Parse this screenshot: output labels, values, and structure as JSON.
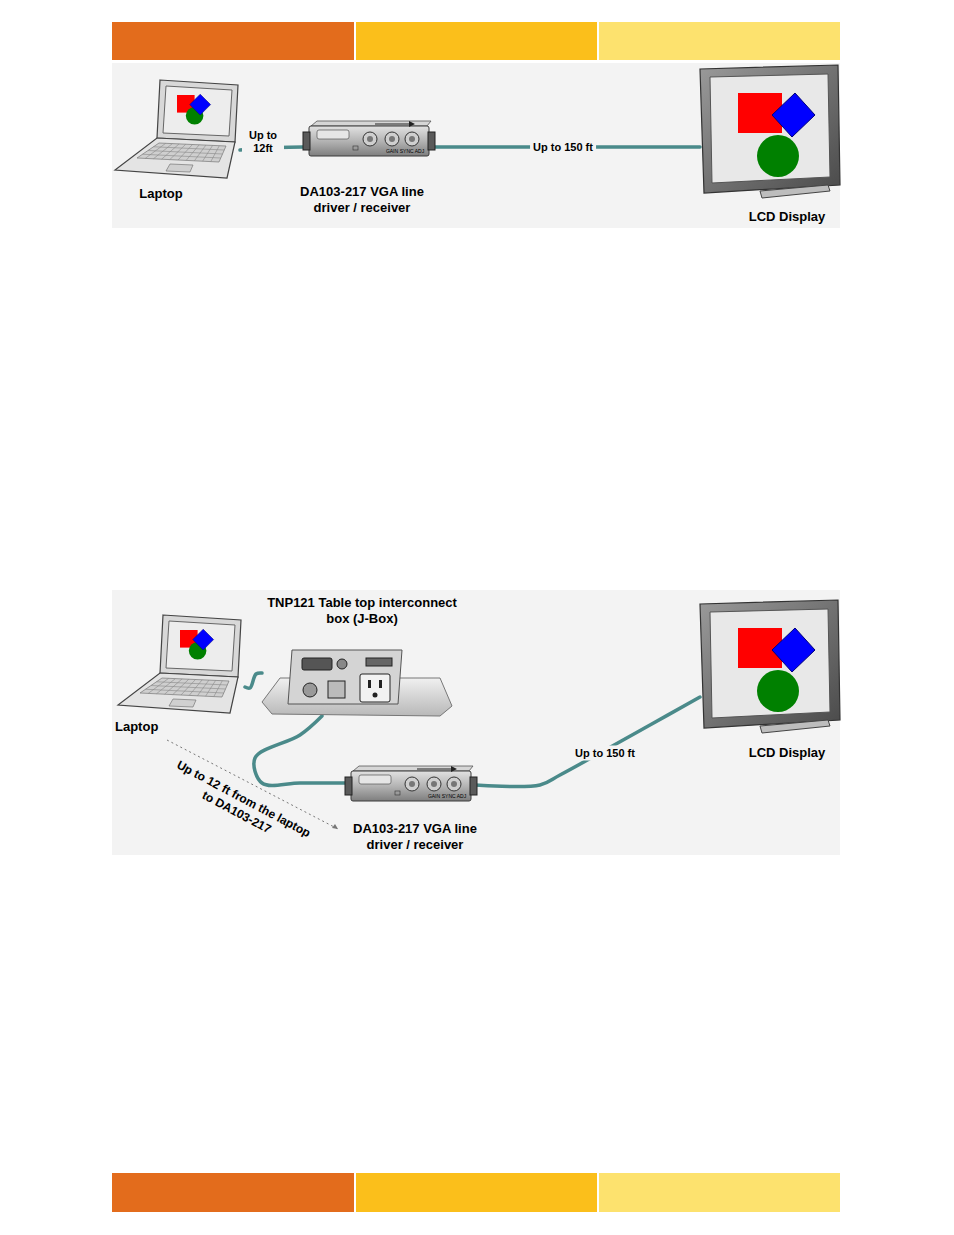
{
  "diagram": {
    "nodes": [
      {
        "text": [
          "Laptop"
        ]
      },
      {
        "text": [
          "DA103-217 VGA line driver / receiver"
        ]
      },
      {
        "text": [
          "LCD Display"
        ]
      },
      {
        "text": [
          "Laptop"
        ]
      },
      {
        "text": [
          "TNP121 Table top interconnect box (J-Box)"
        ]
      },
      {
        "text": [
          "DA103-217 VGA line driver / receiver"
        ]
      },
      {
        "text": [
          "LCD Display"
        ]
      }
    ],
    "edges": [
      {
        "from": 0,
        "to": 1,
        "arrow": "none",
        "label": "Up to 12ft"
      },
      {
        "from": 1,
        "to": 2,
        "arrow": "none",
        "label": "Up to 150 ft"
      },
      {
        "from": 3,
        "to": 4,
        "arrow": "none"
      },
      {
        "from": 4,
        "to": 5,
        "arrow": "none"
      },
      {
        "from": 5,
        "to": 6,
        "arrow": "none",
        "label": "Up to 150 ft"
      }
    ],
    "labels": [
      "GAIN",
      "SYNC ADJ",
      "Up to 12 ft from the laptop to DA103-217",
      "GAIN",
      "SYNC ADJ"
    ]
  }
}
